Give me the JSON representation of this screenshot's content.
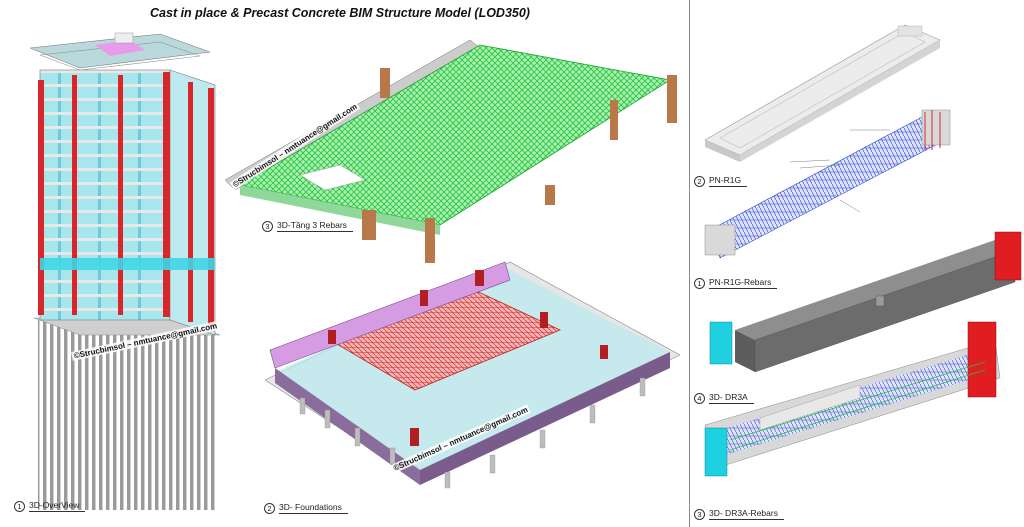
{
  "title": "Cast in place & Precast Concrete BIM Structure Model (LOD350)",
  "watermark": "©Strucbimsol – nmtuance@gmail.com",
  "views": [
    {
      "number": "1",
      "label": "3D-OverView"
    },
    {
      "number": "3",
      "label": "3D-Tầng 3 Rebars"
    },
    {
      "number": "2",
      "label": "3D- Foundations"
    },
    {
      "number": "2",
      "label": "PN-R1G"
    },
    {
      "number": "1",
      "label": "PN-R1G-Rebars"
    },
    {
      "number": "4",
      "label": "3D- DR3A"
    },
    {
      "number": "3",
      "label": "3D- DR3A-Rebars"
    }
  ],
  "colors": {
    "concrete": "#d9d9d9",
    "glass": "#9fe3ea",
    "column": "#d8262a",
    "wall": "#8a6d9c",
    "rebar_green": "#33cc44",
    "rebar_blue": "#3355cc",
    "precast_dark": "#666666",
    "cyan": "#1fd0e0"
  }
}
